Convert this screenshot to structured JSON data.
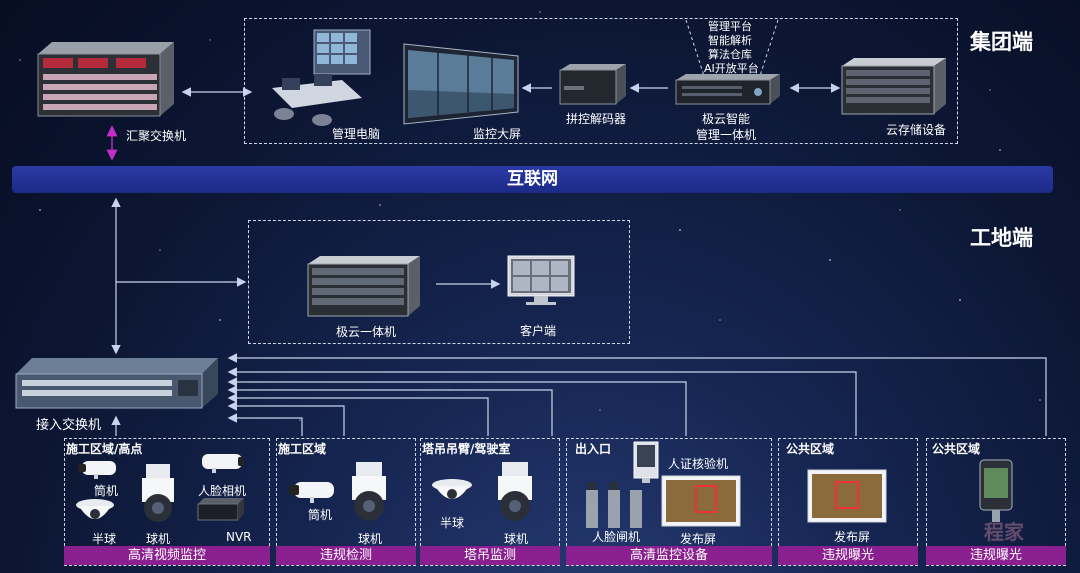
{
  "group_side": {
    "title": "集团端",
    "aggregation_switch": "汇聚交换机",
    "management_pc": "管理电脑",
    "monitor_wall": "监控大屏",
    "splice_decoder": "拼控解码器",
    "jiyun_box_line1": "极云智能",
    "jiyun_box_line2": "管理一体机",
    "jiyun_features": [
      "管理平台",
      "智能解析",
      "算法仓库",
      "AI开放平台"
    ],
    "cloud_storage": "云存储设备"
  },
  "internet": "互联网",
  "site_side": {
    "title": "工地端",
    "jiyun_all_in_one": "极云一体机",
    "client": "客户端",
    "access_switch": "接入交换机"
  },
  "sections": [
    {
      "name": "施工区域/高点",
      "devices": [
        "筒机",
        "人脸相机",
        "半球",
        "球机",
        "NVR"
      ],
      "bar": "高清视频监控"
    },
    {
      "name": "施工区域",
      "devices": [
        "筒机",
        "球机"
      ],
      "bar": "违规检测"
    },
    {
      "name": "塔吊吊臂/驾驶室",
      "devices": [
        "半球",
        "球机"
      ],
      "bar": "塔吊监测"
    },
    {
      "name": "出入口",
      "devices": [
        "人证核验机",
        "人脸闸机",
        "发布屏"
      ],
      "bar": "高清监控设备"
    },
    {
      "name": "公共区域",
      "devices": [
        "发布屏"
      ],
      "bar": "违规曝光"
    },
    {
      "name": "公共区域",
      "devices": [],
      "bar": "违规曝光"
    }
  ],
  "watermark": "程家",
  "colors": {
    "band": "#1c2a86",
    "bar": "#8a1f8f",
    "arrow": "#c7d2ec",
    "magenta": "#c22ec8"
  }
}
